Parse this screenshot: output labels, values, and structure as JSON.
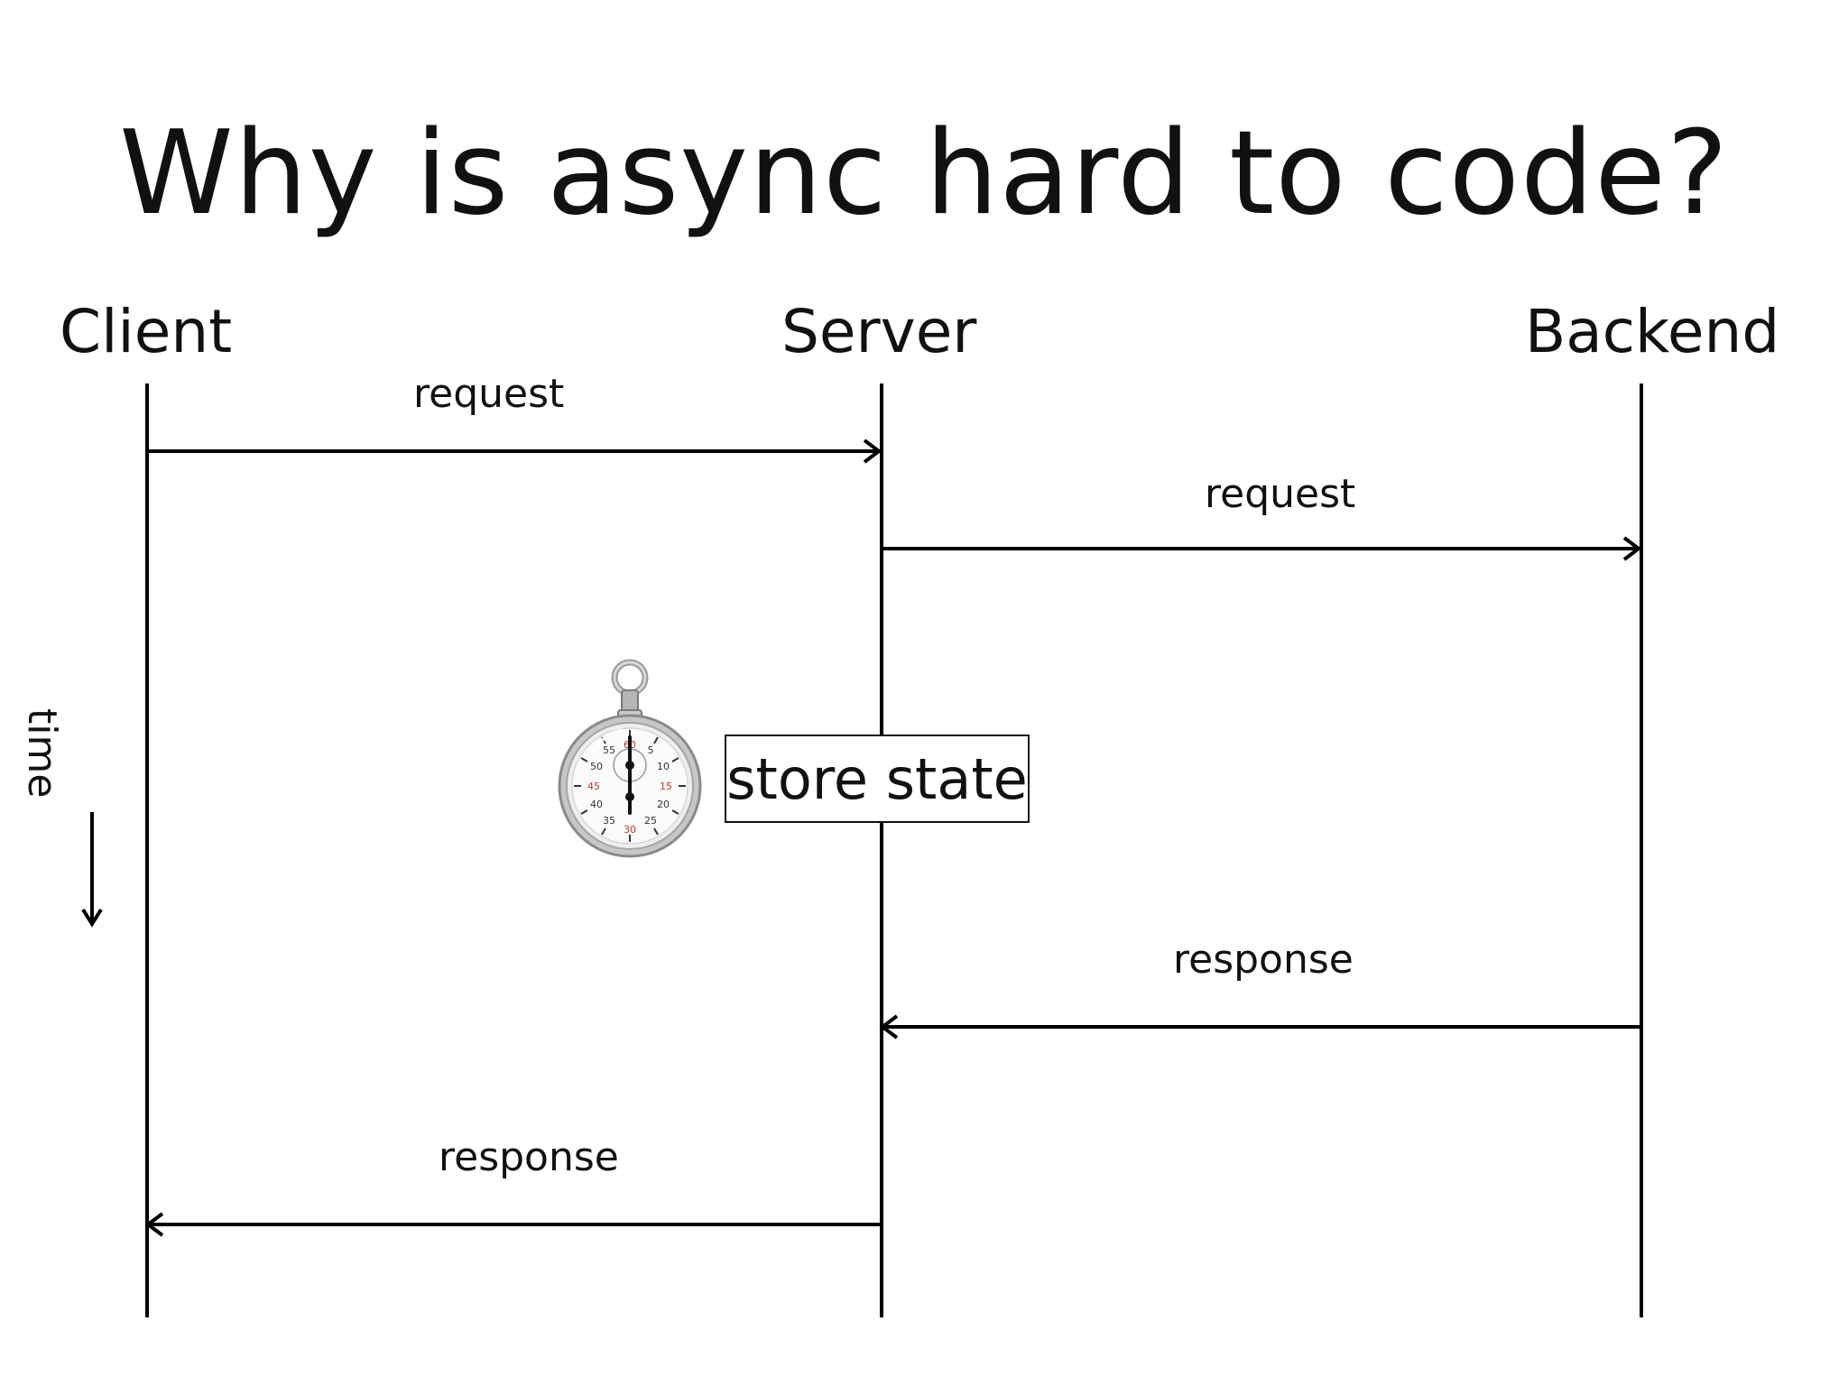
{
  "slide": {
    "title": "Why is async hard to code?"
  },
  "actors": {
    "client": "Client",
    "server": "Server",
    "backend": "Backend"
  },
  "messages": {
    "client_to_server": {
      "label": "request",
      "direction": "right"
    },
    "server_to_backend": {
      "label": "request",
      "direction": "right"
    },
    "backend_to_server": {
      "label": "response",
      "direction": "left"
    },
    "server_to_client": {
      "label": "response",
      "direction": "left"
    }
  },
  "time_axis": {
    "label": "time",
    "direction": "down"
  },
  "server_note": {
    "label": "store state",
    "icon": "stopwatch-icon"
  },
  "colors": {
    "line": "#000000",
    "text": "#111111",
    "background": "#ffffff"
  }
}
